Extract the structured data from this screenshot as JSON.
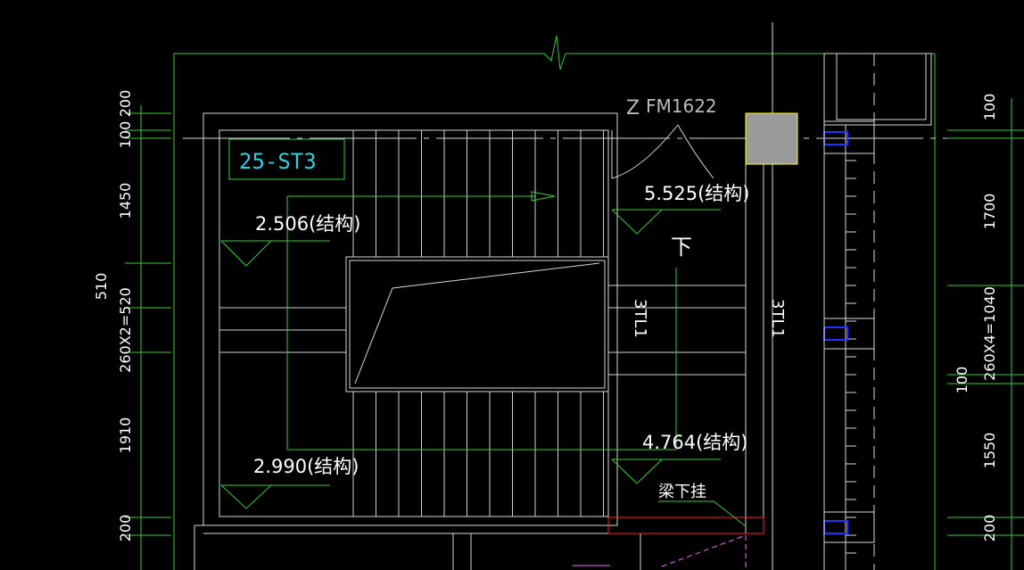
{
  "drawing": {
    "colors": {
      "background": "#000000",
      "grid": "#ffffff",
      "green": "#33cc33",
      "cyan": "#33ccdd",
      "yellow": "#ffff00",
      "red": "#ff2020",
      "blue": "#2233ff",
      "magenta": "#ff66ff",
      "grey_fill": "#9a9a9a"
    },
    "tag": "25-ST3",
    "door": "FM1622",
    "door_prefix": "Z",
    "elevations": {
      "top_right": "5.525(结构)",
      "top_left": "2.506(结构)",
      "bottom_left": "2.990(结构)",
      "bottom_right": "4.764(结构)"
    },
    "down_mark": "下",
    "beam_a": "3TL1",
    "beam_b": "3TL1",
    "beam_note": "梁下挂",
    "left_dims": [
      "200",
      "100",
      "1450",
      "260X2=520",
      "1910",
      "200"
    ],
    "left_total": "510",
    "right_dims": [
      "100",
      "1700",
      "260X4=1040",
      "100",
      "1550",
      "200"
    ]
  }
}
